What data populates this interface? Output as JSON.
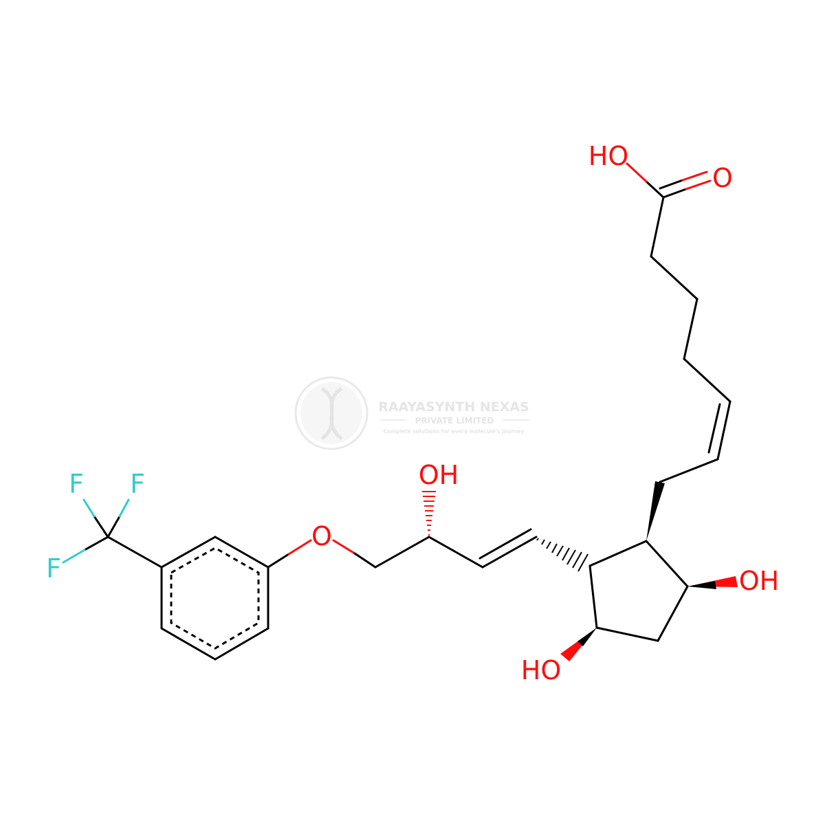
{
  "colors": {
    "bond": "#000000",
    "oxygen": "#ff0d0d",
    "fluorine": "#33cccc",
    "background": "#ffffff",
    "watermark": "#c8c8c8"
  },
  "atoms": {
    "f_top_left": "F",
    "f_top_right": "F",
    "f_left": "F",
    "o_ether": "O",
    "oh_side_chain": "OH",
    "oh_acid": "HO",
    "o_acid": "O",
    "oh_ring_right": "OH",
    "oh_ring_bottom": "HO"
  },
  "watermark": {
    "company": "RAAYASYNTH NEXAS",
    "subtitle": "PRIVATE LIMITED",
    "tagline": "Complete solutions for every molecule's journey"
  }
}
